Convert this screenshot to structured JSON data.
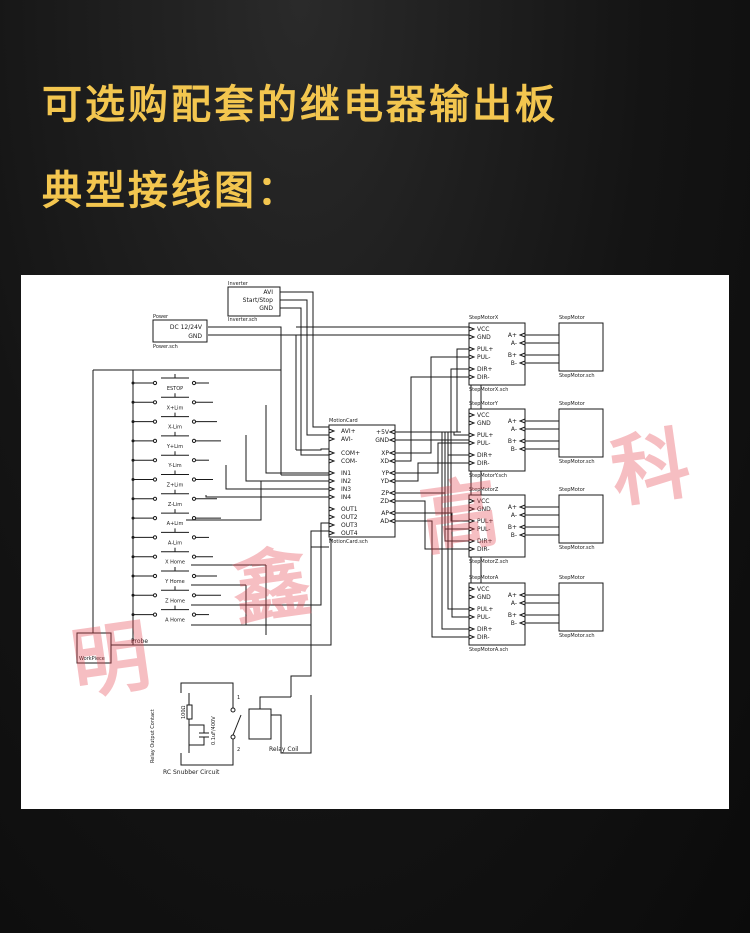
{
  "header": {
    "line1": "可选购配套的继电器输出板",
    "line2": "典型接线图："
  },
  "inverter": {
    "name": "Inverter",
    "pins": [
      "AVI",
      "Start/Stop",
      "GND"
    ],
    "file": "Inverter.sch"
  },
  "power": {
    "name": "Power",
    "pins": [
      "DC 12/24V",
      "GND"
    ],
    "file": "Power.sch"
  },
  "switches": [
    "ESTOP",
    "X+Lim",
    "X-Lim",
    "Y+Lim",
    "Y-Lim",
    "Z+Lim",
    "Z-Lim",
    "A+Lim",
    "A-Lim",
    "X Home",
    "Y Home",
    "Z Home",
    "A Home"
  ],
  "card": {
    "name": "MotionCard",
    "left_pins": [
      "AVI+",
      "AVI-",
      "COM+",
      "COM-",
      "IN1",
      "IN2",
      "IN3",
      "IN4",
      "OUT1",
      "OUT2",
      "OUT3",
      "OUT4"
    ],
    "right_pins": [
      "+5V",
      "GND",
      "XP",
      "XD",
      "YP",
      "YD",
      "ZP",
      "ZD",
      "AP",
      "AD"
    ],
    "file": "MotionCard.sch"
  },
  "drivers": [
    {
      "name": "StepMotorX",
      "file": "StepMotorX.sch"
    },
    {
      "name": "StepMotorY",
      "file": "StepMotorY.sch"
    },
    {
      "name": "StepMotorZ",
      "file": "StepMotorZ.sch"
    },
    {
      "name": "StepMotorA",
      "file": "StepMotorA.sch"
    }
  ],
  "driver_pins_in": [
    "VCC",
    "GND",
    "PUL+",
    "PUL-",
    "DIR+",
    "DIR-"
  ],
  "driver_pins_out": [
    "A+",
    "A-",
    "B+",
    "B-"
  ],
  "motor": {
    "name": "StepMotor",
    "file": "StepMotor.sch"
  },
  "probe_label": "Probe",
  "workpiece_label": "WorkPiece",
  "relay": {
    "contact_label": "Relay Output Contact",
    "resistor": "100Ω",
    "capacitor": "0.1uF/400V",
    "snubber_label": "RC Snubber Circuit",
    "coil_label": "Relay Coil",
    "pin1": "1",
    "pin2": "2"
  },
  "watermark": [
    "明",
    "鑫",
    "高",
    "科"
  ]
}
